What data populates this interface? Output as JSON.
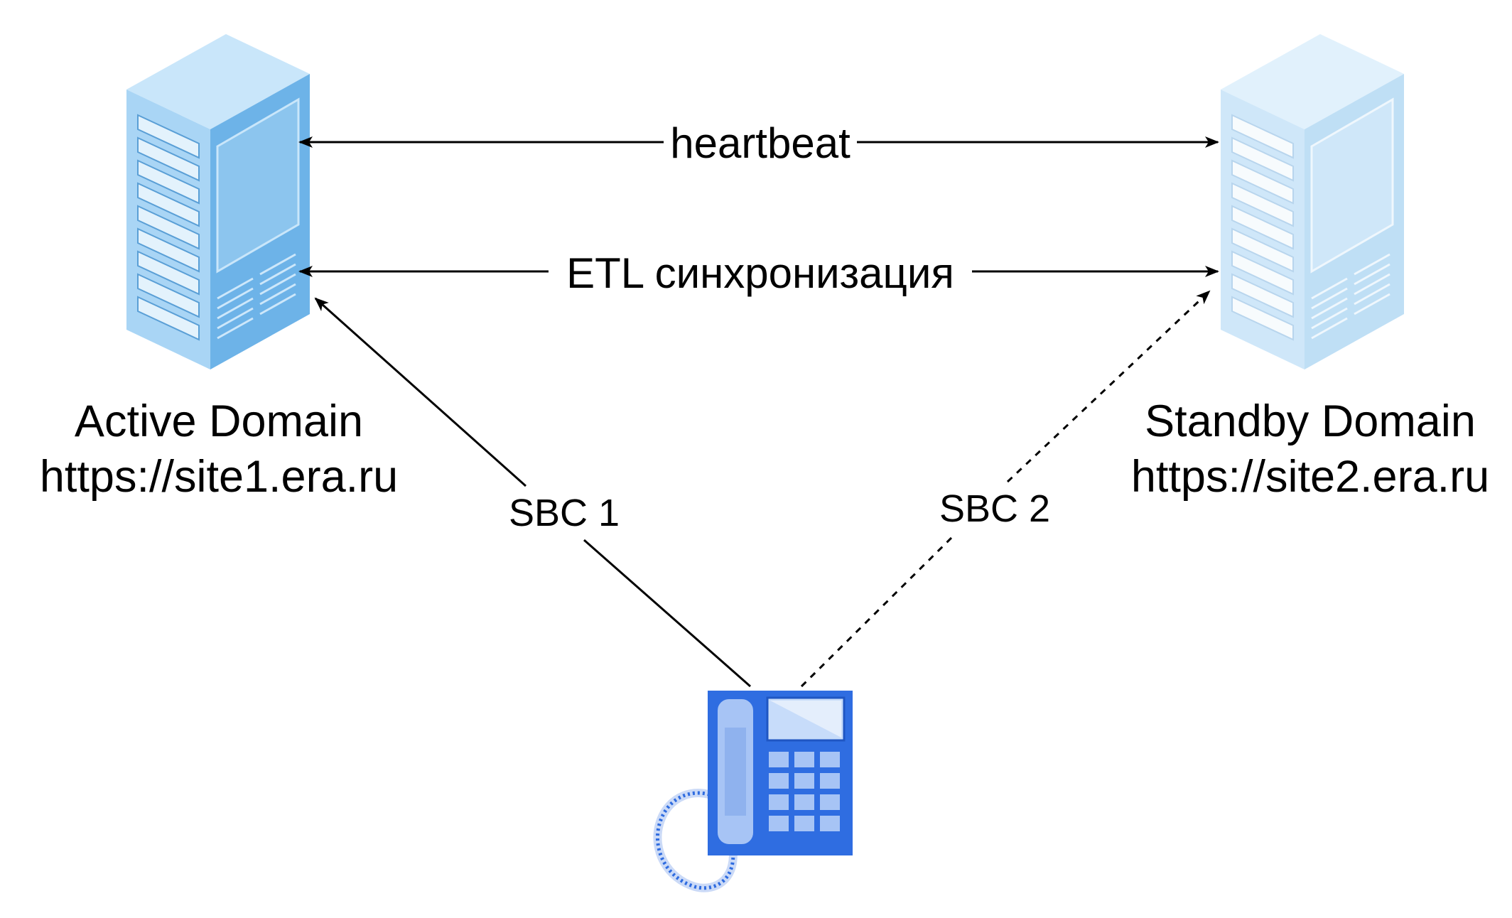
{
  "nodes": {
    "active": {
      "name": "Active Domain",
      "url": "https://site1.era.ru"
    },
    "standby": {
      "name": "Standby Domain",
      "url": "https://site2.era.ru"
    },
    "phone": {
      "icon": "desk-phone-icon"
    }
  },
  "edges": {
    "heartbeat": {
      "label": "heartbeat",
      "style": "solid",
      "direction": "both"
    },
    "etl": {
      "label": "ETL синхронизация",
      "style": "solid",
      "direction": "both"
    },
    "sbc1": {
      "label": "SBC 1",
      "style": "solid",
      "direction": "to-active"
    },
    "sbc2": {
      "label": "SBC 2",
      "style": "dashed",
      "direction": "to-standby"
    }
  },
  "colors": {
    "server_front": "#6DB3E8",
    "server_side": "#A9D5F5",
    "server_top": "#C9E6FA",
    "phone_body": "#2F6DE1",
    "phone_light": "#A7C4F5",
    "line": "#000000"
  }
}
